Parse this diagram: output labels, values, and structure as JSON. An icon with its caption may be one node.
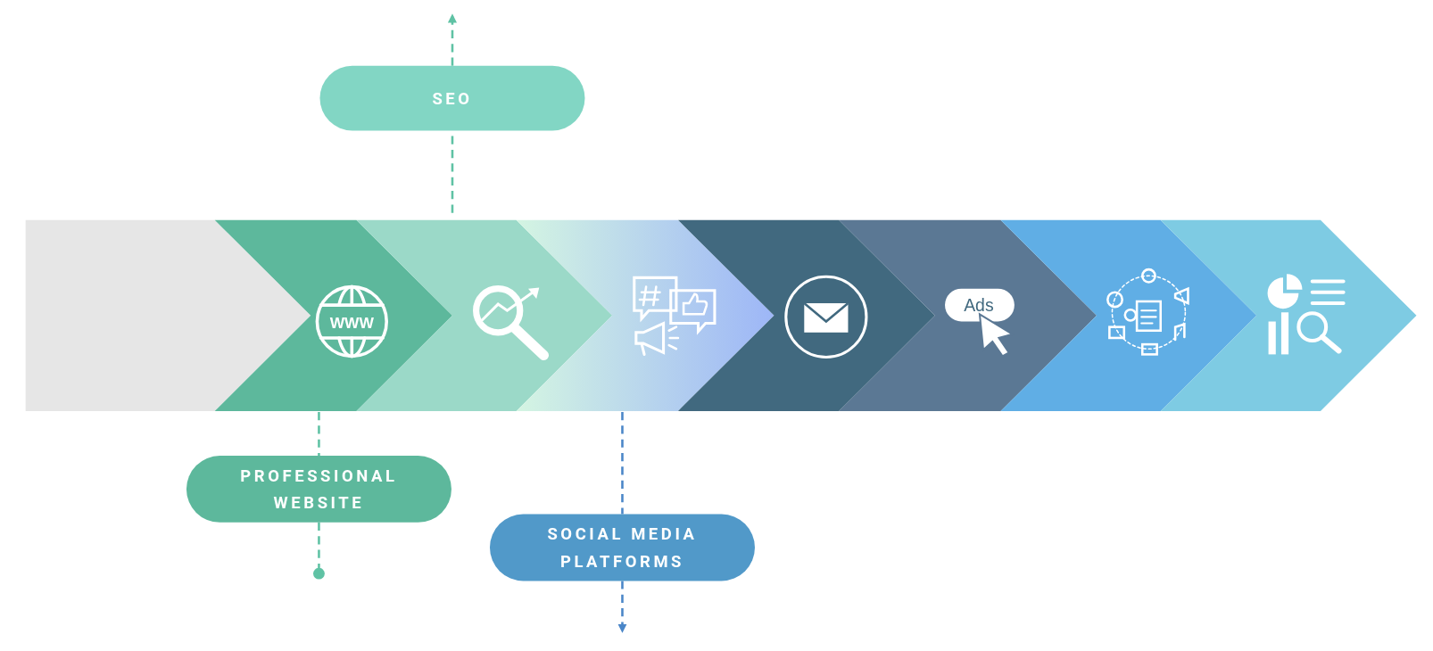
{
  "diagram": {
    "nodes": [
      {
        "text": [],
        "shape": "chevron"
      },
      {
        "text": [
          "WWW"
        ]
      },
      {
        "text": [],
        "shape": "chevron"
      },
      {
        "text": [],
        "shape": "chevron"
      },
      {
        "text": [],
        "shape": "chevron"
      },
      {
        "text": [
          "Ads"
        ]
      },
      {
        "text": [],
        "shape": "chevron"
      },
      {
        "text": [],
        "shape": "chevron"
      },
      {
        "text": [
          "SEO"
        ]
      },
      {
        "text": [
          "PROFESSIONAL WEBSITE"
        ]
      },
      {
        "text": [
          "SOCIAL MEDIA PLATFORMS"
        ]
      }
    ],
    "edges": [
      {
        "from": 2,
        "to": 8,
        "arrow": "none",
        "style": "dashed"
      },
      {
        "from": 8,
        "to": null,
        "arrow": "to",
        "style": "dashed"
      },
      {
        "from": 1,
        "to": 9,
        "arrow": "none",
        "style": "dashed"
      },
      {
        "from": 9,
        "to": null,
        "arrow": "other",
        "style": "dashed"
      },
      {
        "from": 3,
        "to": 10,
        "arrow": "none",
        "style": "dashed",
        "color": "#4a86c8"
      },
      {
        "from": 10,
        "to": null,
        "arrow": "to",
        "style": "dashed",
        "color": "#4a86c8"
      }
    ]
  }
}
